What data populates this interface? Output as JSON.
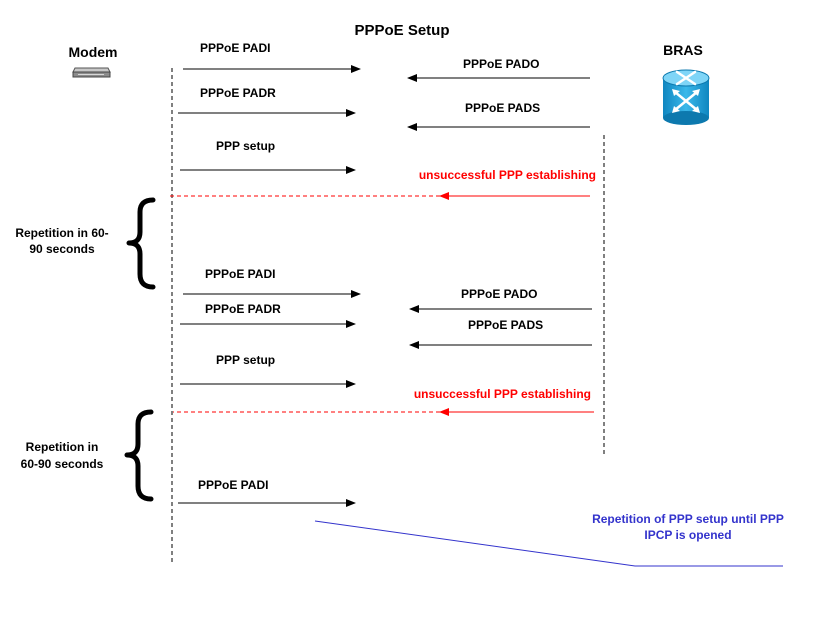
{
  "diagram": {
    "title": "PPPoE Setup",
    "left_entity": {
      "label": "Modem",
      "icon": "modem-icon"
    },
    "right_entity": {
      "label": "BRAS",
      "icon": "router-icon"
    },
    "colors": {
      "message": "#000000",
      "failure": "#ff0000",
      "note": "#3333cc",
      "router_body": "#1ca3dc"
    },
    "first_attempt": {
      "padi": "PPPoE PADI",
      "pado": "PPPoE PADO",
      "padr": "PPPoE PADR",
      "pads": "PPPoE PADS",
      "ppp_setup": "PPP setup",
      "failure": "unsuccessful PPP establishing"
    },
    "repetition_1": {
      "line1": "Repetition in 60-",
      "line2": "90 seconds"
    },
    "second_attempt": {
      "padi": "PPPoE PADI",
      "pado": "PPPoE PADO",
      "padr": "PPPoE PADR",
      "pads": "PPPoE PADS",
      "ppp_setup": "PPP setup",
      "failure": "unsuccessful PPP establishing"
    },
    "repetition_2": {
      "line1": "Repetition in",
      "line2": "60-90 seconds"
    },
    "third_attempt": {
      "padi": "PPPoE PADI"
    },
    "note": {
      "line1": "Repetition of  PPP setup until PPP",
      "line2": "IPCP is opened"
    }
  }
}
